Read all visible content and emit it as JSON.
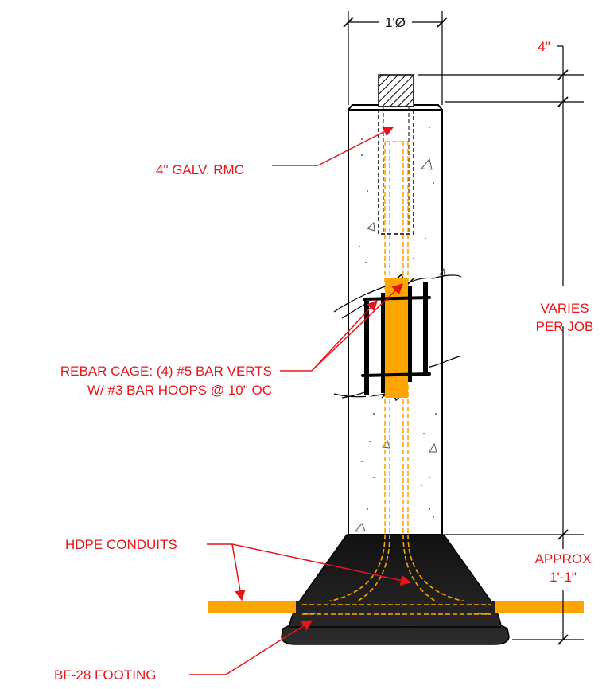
{
  "dimensions": {
    "diameter": "1'Ø",
    "conduit_projection": "4\"",
    "height_line1": "VARIES",
    "height_line2": "PER JOB",
    "footing_depth_line1": "APPROX",
    "footing_depth_line2": "1'-1\""
  },
  "callouts": {
    "rmc": "4\" GALV. RMC",
    "rebar_line1": "REBAR CAGE: (4) #5 BAR VERTS",
    "rebar_line2": "W/ #3 BAR HOOPS @ 10\" OC",
    "conduits": "HDPE CONDUITS",
    "footing": "BF-28 FOOTING"
  },
  "colors": {
    "callout_red": "#e8141b",
    "conduit_orange": "#ffa500",
    "footing_dark": "#1e1e1e"
  }
}
